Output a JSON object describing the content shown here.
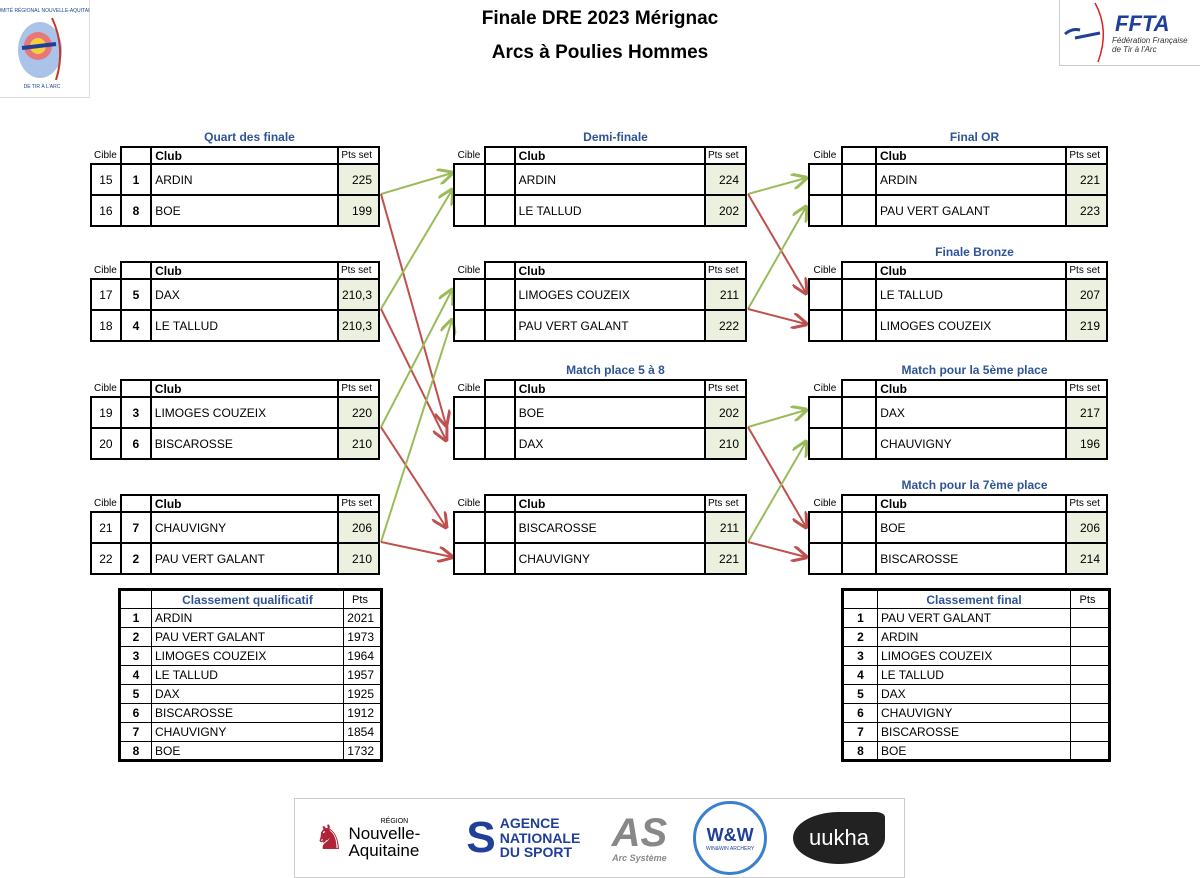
{
  "header": {
    "title": "Finale DRE 2023 Mérignac",
    "subtitle": "Arcs à Poulies Hommes"
  },
  "logos": {
    "left": "COMITÉ RÉGIONAL NOUVELLE-AQUITAINE DE TIR À L'ARC",
    "right_mark": "FFTA",
    "right_text": "Fédération Française de Tir à l'Arc"
  },
  "columns": {
    "cible": "Cible",
    "club": "Club",
    "pts": "Pts set"
  },
  "matches": [
    {
      "title": "Quart des finale",
      "rows": [
        {
          "cible": "15",
          "seed": "1",
          "club": "ARDIN",
          "pts": "225"
        },
        {
          "cible": "16",
          "seed": "8",
          "club": "BOE",
          "pts": "199"
        }
      ]
    },
    {
      "title": "",
      "rows": [
        {
          "cible": "17",
          "seed": "5",
          "club": "DAX",
          "pts": "210,3"
        },
        {
          "cible": "18",
          "seed": "4",
          "club": "LE TALLUD",
          "pts": "210,3"
        }
      ]
    },
    {
      "title": "",
      "rows": [
        {
          "cible": "19",
          "seed": "3",
          "club": "LIMOGES COUZEIX",
          "pts": "220"
        },
        {
          "cible": "20",
          "seed": "6",
          "club": "BISCAROSSE",
          "pts": "210"
        }
      ]
    },
    {
      "title": "",
      "rows": [
        {
          "cible": "21",
          "seed": "7",
          "club": "CHAUVIGNY",
          "pts": "206"
        },
        {
          "cible": "22",
          "seed": "2",
          "club": "PAU VERT GALANT",
          "pts": "210"
        }
      ]
    },
    {
      "title": "Demi-finale",
      "rows": [
        {
          "cible": "",
          "seed": "",
          "club": "ARDIN",
          "pts": "224"
        },
        {
          "cible": "",
          "seed": "",
          "club": "LE TALLUD",
          "pts": "202"
        }
      ]
    },
    {
      "title": "",
      "rows": [
        {
          "cible": "",
          "seed": "",
          "club": "LIMOGES COUZEIX",
          "pts": "211"
        },
        {
          "cible": "",
          "seed": "",
          "club": "PAU VERT GALANT",
          "pts": "222"
        }
      ]
    },
    {
      "title": "Match place 5 à 8",
      "rows": [
        {
          "cible": "",
          "seed": "",
          "club": "BOE",
          "pts": "202"
        },
        {
          "cible": "",
          "seed": "",
          "club": "DAX",
          "pts": "210"
        }
      ]
    },
    {
      "title": "",
      "rows": [
        {
          "cible": "",
          "seed": "",
          "club": "BISCAROSSE",
          "pts": "211"
        },
        {
          "cible": "",
          "seed": "",
          "club": "CHAUVIGNY",
          "pts": "221"
        }
      ]
    },
    {
      "title": "Final OR",
      "rows": [
        {
          "cible": "",
          "seed": "",
          "club": "ARDIN",
          "pts": "221"
        },
        {
          "cible": "",
          "seed": "",
          "club": "PAU VERT GALANT",
          "pts": "223"
        }
      ]
    },
    {
      "title": "Finale Bronze",
      "rows": [
        {
          "cible": "",
          "seed": "",
          "club": "LE TALLUD",
          "pts": "207"
        },
        {
          "cible": "",
          "seed": "",
          "club": "LIMOGES COUZEIX",
          "pts": "219"
        }
      ]
    },
    {
      "title": "Match pour la 5ème place",
      "rows": [
        {
          "cible": "",
          "seed": "",
          "club": "DAX",
          "pts": "217"
        },
        {
          "cible": "",
          "seed": "",
          "club": "CHAUVIGNY",
          "pts": "196"
        }
      ]
    },
    {
      "title": "Match pour la 7ème place",
      "rows": [
        {
          "cible": "",
          "seed": "",
          "club": "BOE",
          "pts": "206"
        },
        {
          "cible": "",
          "seed": "",
          "club": "BISCAROSSE",
          "pts": "214"
        }
      ]
    }
  ],
  "rankings": [
    {
      "title": "Classement qualificatif",
      "pts_label": "Pts",
      "rows": [
        {
          "rank": "1",
          "club": "ARDIN",
          "pts": "2021"
        },
        {
          "rank": "2",
          "club": "PAU VERT GALANT",
          "pts": "1973"
        },
        {
          "rank": "3",
          "club": "LIMOGES COUZEIX",
          "pts": "1964"
        },
        {
          "rank": "4",
          "club": "LE TALLUD",
          "pts": "1957"
        },
        {
          "rank": "5",
          "club": "DAX",
          "pts": "1925"
        },
        {
          "rank": "6",
          "club": "BISCAROSSE",
          "pts": "1912"
        },
        {
          "rank": "7",
          "club": "CHAUVIGNY",
          "pts": "1854"
        },
        {
          "rank": "8",
          "club": "BOE",
          "pts": "1732"
        }
      ]
    },
    {
      "title": "Classement final",
      "pts_label": "Pts",
      "rows": [
        {
          "rank": "1",
          "club": "PAU VERT GALANT",
          "pts": ""
        },
        {
          "rank": "2",
          "club": "ARDIN",
          "pts": ""
        },
        {
          "rank": "3",
          "club": "LIMOGES COUZEIX",
          "pts": ""
        },
        {
          "rank": "4",
          "club": "LE TALLUD",
          "pts": ""
        },
        {
          "rank": "5",
          "club": "DAX",
          "pts": ""
        },
        {
          "rank": "6",
          "club": "CHAUVIGNY",
          "pts": ""
        },
        {
          "rank": "7",
          "club": "BISCAROSSE",
          "pts": ""
        },
        {
          "rank": "8",
          "club": "BOE",
          "pts": ""
        }
      ]
    }
  ],
  "sponsors": [
    {
      "region_small": "RÉGION",
      "name": "Nouvelle-Aquitaine"
    },
    {
      "name": "AGENCE NATIONALE DU SPORT"
    },
    {
      "name": "Arc Système",
      "mark": "AS"
    },
    {
      "name": "WIN&WIN ARCHERY",
      "mark": "W&W"
    },
    {
      "name": "uukha"
    }
  ],
  "colors": {
    "winner": "#9bbb59",
    "loser": "#c0504d",
    "title": "#2f5496",
    "pts_bg": "#ebf1de"
  }
}
